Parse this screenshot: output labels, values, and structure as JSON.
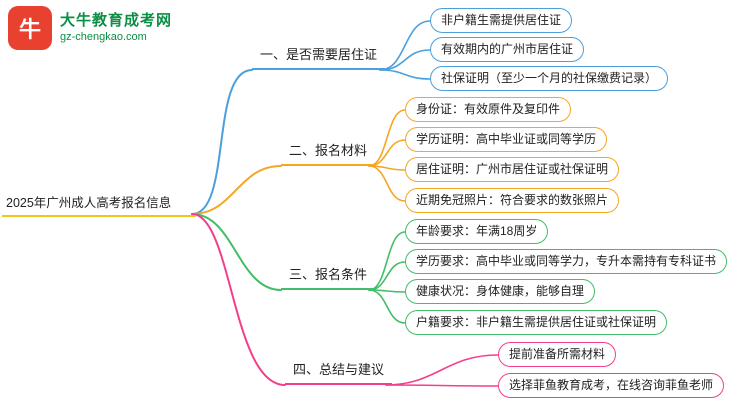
{
  "logo": {
    "icon_text": "牛",
    "title": "大牛教育成考网",
    "subtitle": "gz-chengkao.com",
    "green": "#0b8f44",
    "red": "#e8412f"
  },
  "root": {
    "label": "2025年广州成人高考报名信息",
    "underline_color": "#f0c419"
  },
  "branches": [
    {
      "label": "一、是否需要居住证",
      "color": "#4a9fdc",
      "children": [
        "非户籍生需提供居住证",
        "有效期内的广州市居住证",
        "社保证明（至少一个月的社保缴费记录）"
      ]
    },
    {
      "label": "二、报名材料",
      "color": "#f5a623",
      "children": [
        "身份证：有效原件及复印件",
        "学历证明：高中毕业证或同等学历",
        "居住证明：广州市居住证或社保证明",
        "近期免冠照片：符合要求的数张照片"
      ]
    },
    {
      "label": "三、报名条件",
      "color": "#42bd68",
      "children": [
        "年龄要求：年满18周岁",
        "学历要求：高中毕业或同等学力，专升本需持有专科证书",
        "健康状况：身体健康，能够自理",
        "户籍要求：非户籍生需提供居住证或社保证明"
      ]
    },
    {
      "label": "四、总结与建议",
      "color": "#f43e8c",
      "children": [
        "提前准备所需材料",
        "选择菲鱼教育成考，在线咨询菲鱼老师"
      ]
    }
  ]
}
